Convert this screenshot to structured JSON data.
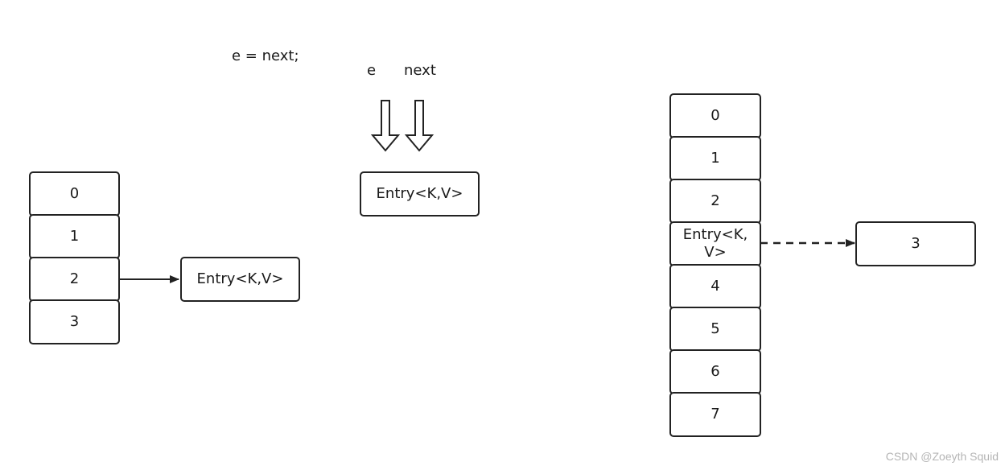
{
  "code_text": "e = next;",
  "pointer_labels": {
    "e": "e",
    "next": "next"
  },
  "left_table": {
    "cells": [
      "0",
      "1",
      "2",
      "3"
    ],
    "entry": "Entry<K,V>"
  },
  "middle_entry": "Entry<K,V>",
  "right_table": {
    "cells": [
      "0",
      "1",
      "2",
      "Entry<K,\nV>",
      "4",
      "5",
      "6",
      "7"
    ],
    "entry": "3"
  },
  "watermark": "CSDN @Zoeyth Squid"
}
